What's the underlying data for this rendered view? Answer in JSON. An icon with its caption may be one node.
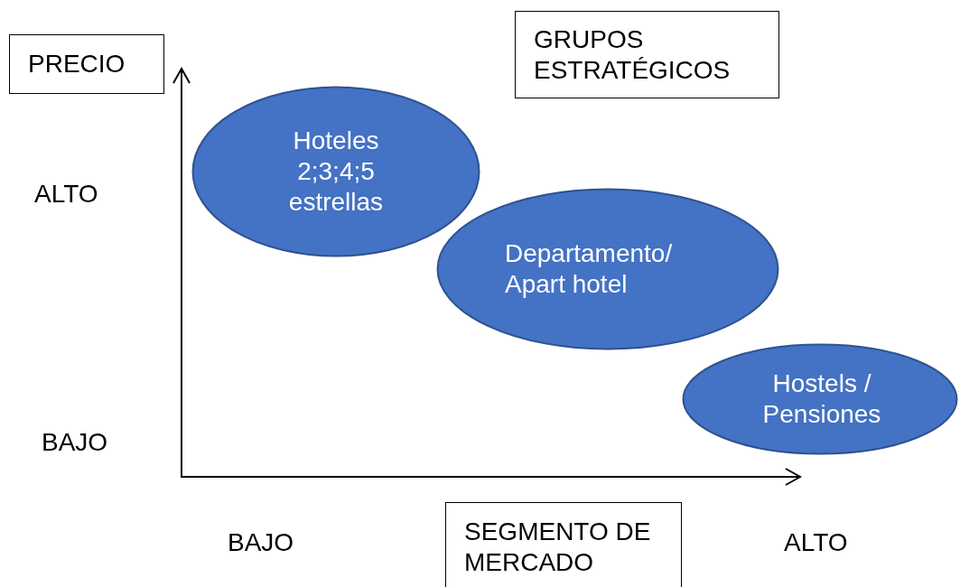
{
  "diagram": {
    "nodes": [
      {
        "text": [
          "PRECIO"
        ]
      },
      {
        "text": [
          "GRUPOS ESTRATÉGICOS"
        ]
      },
      {
        "text": [
          "Hoteles 2;3;4;5 estrellas"
        ]
      },
      {
        "text": [
          "Departamento/ Apart hotel"
        ]
      },
      {
        "text": [
          "Hostels / Pensiones"
        ]
      },
      {
        "text": [
          "SEGMENTO DE MERCADO"
        ]
      }
    ],
    "labels": [
      "ALTO",
      "BAJO",
      "BAJO",
      "ALTO"
    ]
  }
}
